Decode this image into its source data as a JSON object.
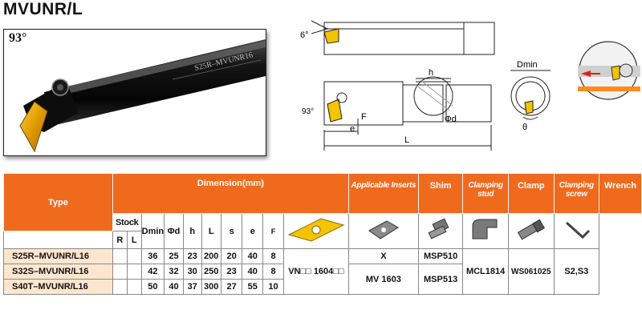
{
  "title": "MVUNR/L",
  "photo": {
    "angle_label": "93°",
    "shank_marking": "S25R–MVUNR16"
  },
  "drawings": {
    "labels": {
      "angle_top": "6°",
      "h": "h",
      "angle_side": "93°",
      "F": "F",
      "e": "e",
      "phi_d": "Φd",
      "L": "L",
      "dmin": "Dmin",
      "theta": "θ"
    }
  },
  "table": {
    "headers": {
      "type": "Type",
      "dimension": "Dimension(mm)",
      "inserts": "Applicable Inserts",
      "shim": "Shim",
      "clamping_stud": "Clamping stud",
      "clamp": "Clamp",
      "clamping_screw": "Clamping screw",
      "wrench": "Wrench"
    },
    "subheaders": {
      "stock": "Stock",
      "R": "R",
      "L": "L",
      "dmin": "Dmin",
      "phi_d": "Φd",
      "h": "h",
      "Lc": "L",
      "s": "s",
      "e": "e",
      "F": "F"
    },
    "rows": [
      {
        "type": "S25R–MVUNR/L16",
        "dmin": "36",
        "d": "25",
        "h": "23",
        "L": "200",
        "s": "20",
        "e": "40",
        "F": "8"
      },
      {
        "type": "S32S–MVUNR/L16",
        "dmin": "42",
        "d": "32",
        "h": "30",
        "L": "250",
        "s": "23",
        "e": "40",
        "F": "8"
      },
      {
        "type": "S40T–MVUNR/L16",
        "dmin": "50",
        "d": "40",
        "h": "37",
        "L": "300",
        "s": "27",
        "e": "55",
        "F": "10"
      }
    ],
    "shared": {
      "insert": "VN□□ 1604□□",
      "shim_row1": "X",
      "shim_row23": "MV 1603",
      "stud_row1": "MSP510",
      "stud_row23": "MSP513",
      "clamp": "MCL1814",
      "screw": "WS061025",
      "wrench": "S2,S3"
    }
  },
  "colors": {
    "header_orange": "#f06a1e",
    "row_peach": "#fde6cf",
    "insert_gold": "#f3c400"
  }
}
